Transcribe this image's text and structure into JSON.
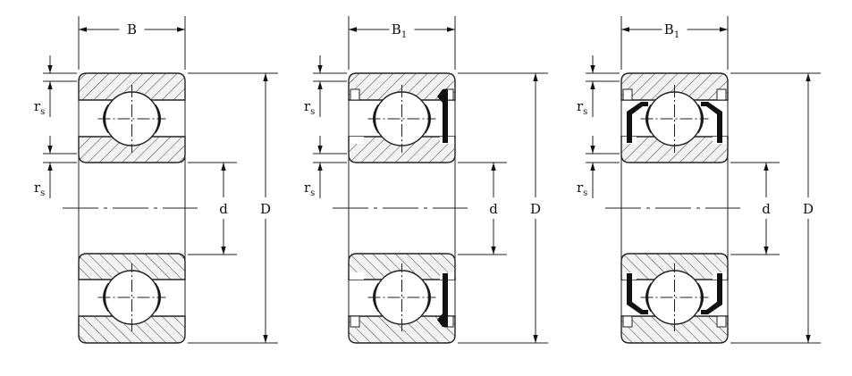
{
  "labels": {
    "width_open": "B",
    "width_shielded": "B",
    "width_shielded_sub": "1",
    "radius": "r",
    "radius_sub": "s",
    "bore": "d",
    "outer_diameter": "D"
  },
  "bearings": [
    {
      "name": "open-bearing",
      "type": "open",
      "width_label": "width_open"
    },
    {
      "name": "shielded-bearing",
      "type": "shield",
      "width_label": "width_shielded"
    },
    {
      "name": "sealed-bearing",
      "type": "seal",
      "width_label": "width_shielded"
    }
  ],
  "colors": {
    "line": "#222222",
    "hatch": "#555555",
    "fill": "#f0f0f0"
  }
}
